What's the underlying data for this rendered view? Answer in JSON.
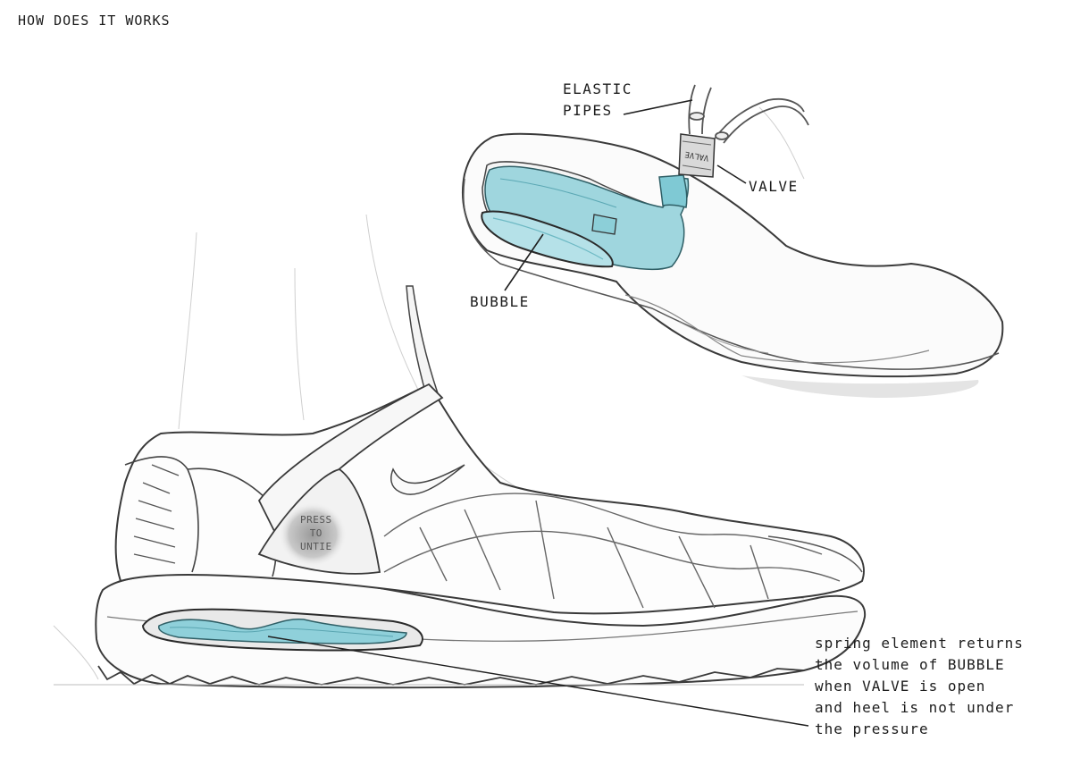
{
  "title": "HOW DOES IT WORKS",
  "labels": {
    "elastic_pipes": [
      "ELASTIC",
      "PIPES"
    ],
    "valve": "VALVE",
    "bubble": "BUBBLE",
    "valve_stamp": "VALVE",
    "press_to_untie": [
      "PRESS",
      "TO",
      "UNTIE"
    ]
  },
  "note": [
    "spring element returns",
    "the volume of BUBBLE",
    "when VALVE is open",
    "and heel is not under",
    "the pressure"
  ],
  "colors": {
    "ink": "#3a3a3a",
    "pencil": "#9a9a9a",
    "bubble_fill": "#7fc9d4",
    "bubble_fill_light": "#b5e1e8",
    "paper": "#ffffff"
  }
}
